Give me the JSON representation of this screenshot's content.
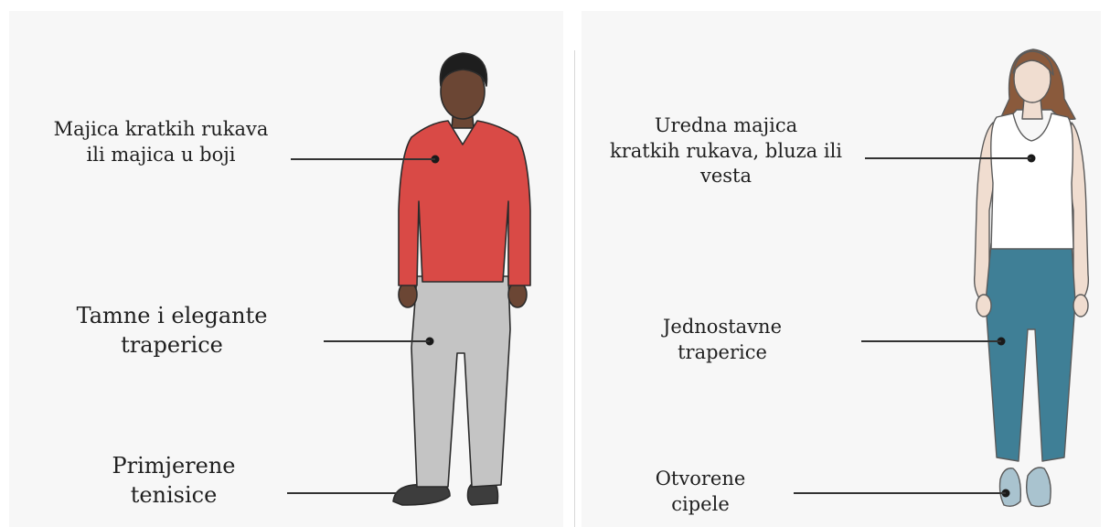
{
  "male": {
    "labels": {
      "top": "Majica kratkih rukava\nili majica u boji",
      "pants": "Tamne i elegante\ntraperice",
      "shoes": "Primjerene\ntenisice"
    }
  },
  "female": {
    "labels": {
      "top": "Uredna majica\nkratkih rukava, bluza ili\nvesta",
      "pants": "Jednostavne\ntraperice",
      "shoes": "Otvorene\ncipele"
    }
  },
  "colors": {
    "background": "#f7f7f7",
    "leader_line": "#333333",
    "male_sweater": "#d94a46",
    "male_pants": "#bdbdbd",
    "male_skin": "#6b4634",
    "female_top": "#ffffff",
    "female_jeans": "#3f7f96",
    "female_hair": "#8a5a3c",
    "female_skin": "#f0ddd0"
  }
}
